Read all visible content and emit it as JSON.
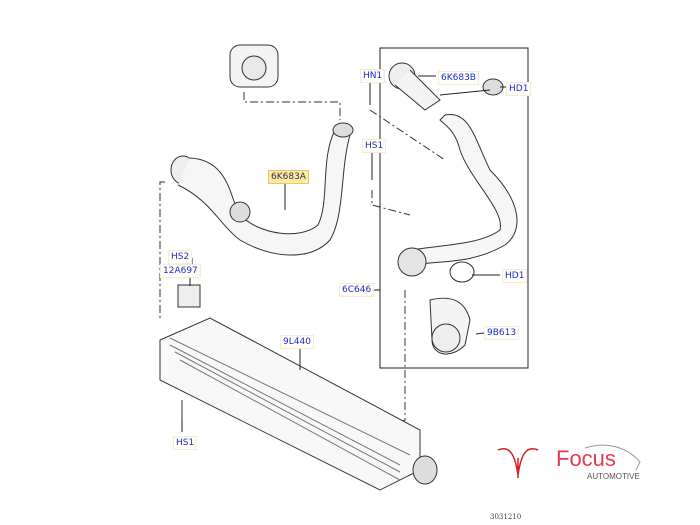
{
  "labels": {
    "hn1": "HN1",
    "p6k683b": "6K683B",
    "hd1_top": "HD1",
    "hs1_top": "HS1",
    "p6k683a": "6K683A",
    "p6c646": "6C646",
    "hd1_mid": "HD1",
    "p9b613": "9B613",
    "hs2": "HS2",
    "p12a697": "12A697",
    "p9l440": "9L440",
    "hs1_bottom": "HS1"
  },
  "logo": {
    "name": "Focus",
    "sub": "AUTOMOTIVE",
    "color": "#e63a4e"
  },
  "footer": {
    "ref": "3031210"
  }
}
